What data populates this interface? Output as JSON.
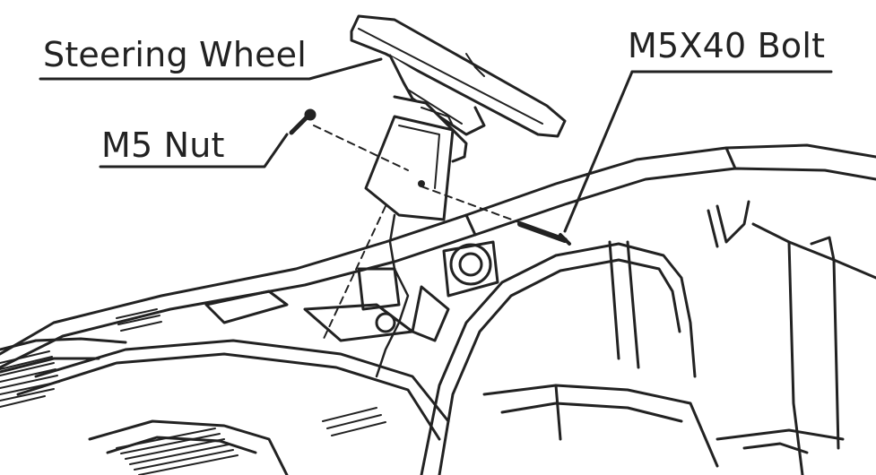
{
  "labels": {
    "steering_wheel": "Steering Wheel",
    "m5_nut": "M5 Nut",
    "m5x40_bolt": "M5X40 Bolt"
  },
  "colors": {
    "line": "#222222",
    "background": "#ffffff"
  }
}
